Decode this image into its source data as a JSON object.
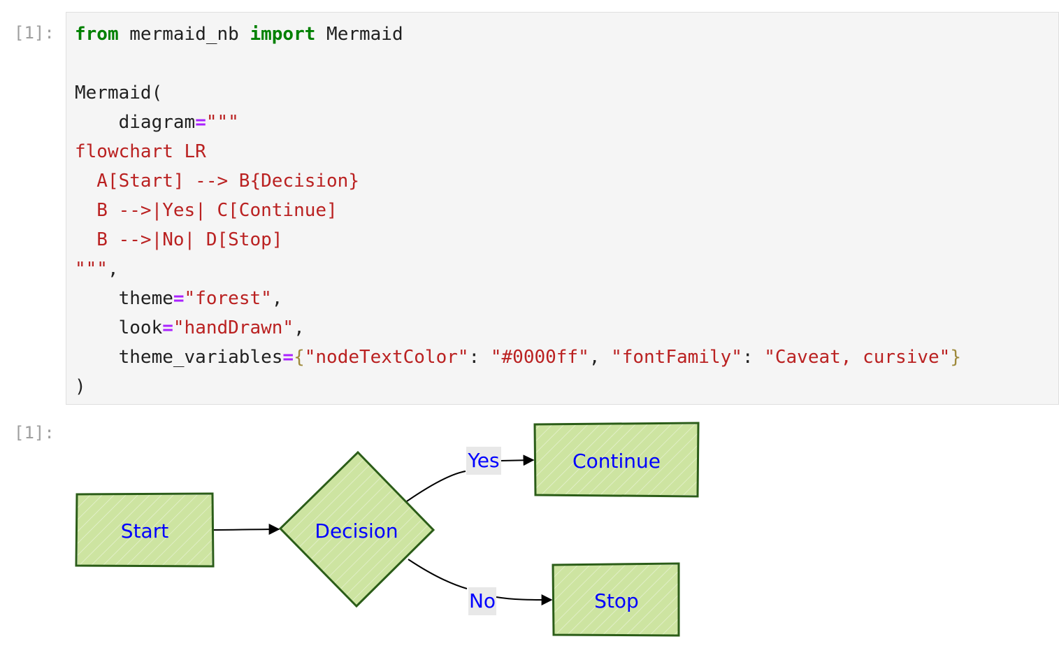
{
  "input_prompt": "[1]:",
  "output_prompt": "[1]:",
  "code_lines": [
    [
      {
        "t": "from",
        "c": "kw"
      },
      {
        "t": " mermaid_nb ",
        "c": ""
      },
      {
        "t": "import",
        "c": "kw"
      },
      {
        "t": " Mermaid",
        "c": ""
      }
    ],
    [],
    [
      {
        "t": "Mermaid(",
        "c": ""
      }
    ],
    [
      {
        "t": "    diagram",
        "c": ""
      },
      {
        "t": "=",
        "c": "op"
      },
      {
        "t": "\"\"\"",
        "c": "str"
      }
    ],
    [
      {
        "t": "flowchart LR",
        "c": "str"
      }
    ],
    [
      {
        "t": "  A[Start] --> B{Decision}",
        "c": "str"
      }
    ],
    [
      {
        "t": "  B -->|Yes| C[Continue]",
        "c": "str"
      }
    ],
    [
      {
        "t": "  B -->|No| D[Stop]",
        "c": "str"
      }
    ],
    [
      {
        "t": "\"\"\"",
        "c": "str"
      },
      {
        "t": ",",
        "c": ""
      }
    ],
    [
      {
        "t": "    theme",
        "c": ""
      },
      {
        "t": "=",
        "c": "op"
      },
      {
        "t": "\"forest\"",
        "c": "str"
      },
      {
        "t": ",",
        "c": ""
      }
    ],
    [
      {
        "t": "    look",
        "c": ""
      },
      {
        "t": "=",
        "c": "op"
      },
      {
        "t": "\"handDrawn\"",
        "c": "str"
      },
      {
        "t": ",",
        "c": ""
      }
    ],
    [
      {
        "t": "    theme_variables",
        "c": ""
      },
      {
        "t": "=",
        "c": "op"
      },
      {
        "t": "{",
        "c": "br"
      },
      {
        "t": "\"nodeTextColor\"",
        "c": "str"
      },
      {
        "t": ": ",
        "c": ""
      },
      {
        "t": "\"#0000ff\"",
        "c": "str"
      },
      {
        "t": ", ",
        "c": ""
      },
      {
        "t": "\"fontFamily\"",
        "c": "str"
      },
      {
        "t": ": ",
        "c": ""
      },
      {
        "t": "\"Caveat, cursive\"",
        "c": "str"
      },
      {
        "t": "}",
        "c": "br"
      }
    ],
    [
      {
        "t": ")",
        "c": ""
      }
    ]
  ],
  "diagram": {
    "nodes": {
      "start": "Start",
      "decision": "Decision",
      "continue": "Continue",
      "stop": "Stop"
    },
    "edge_labels": {
      "yes": "Yes",
      "no": "No"
    },
    "colors": {
      "node_fill": "#cde4a1",
      "node_stroke": "#2b5d18",
      "node_text": "#0000ff",
      "edge": "#000000",
      "edge_label_bg": "#e8e8e8"
    }
  }
}
